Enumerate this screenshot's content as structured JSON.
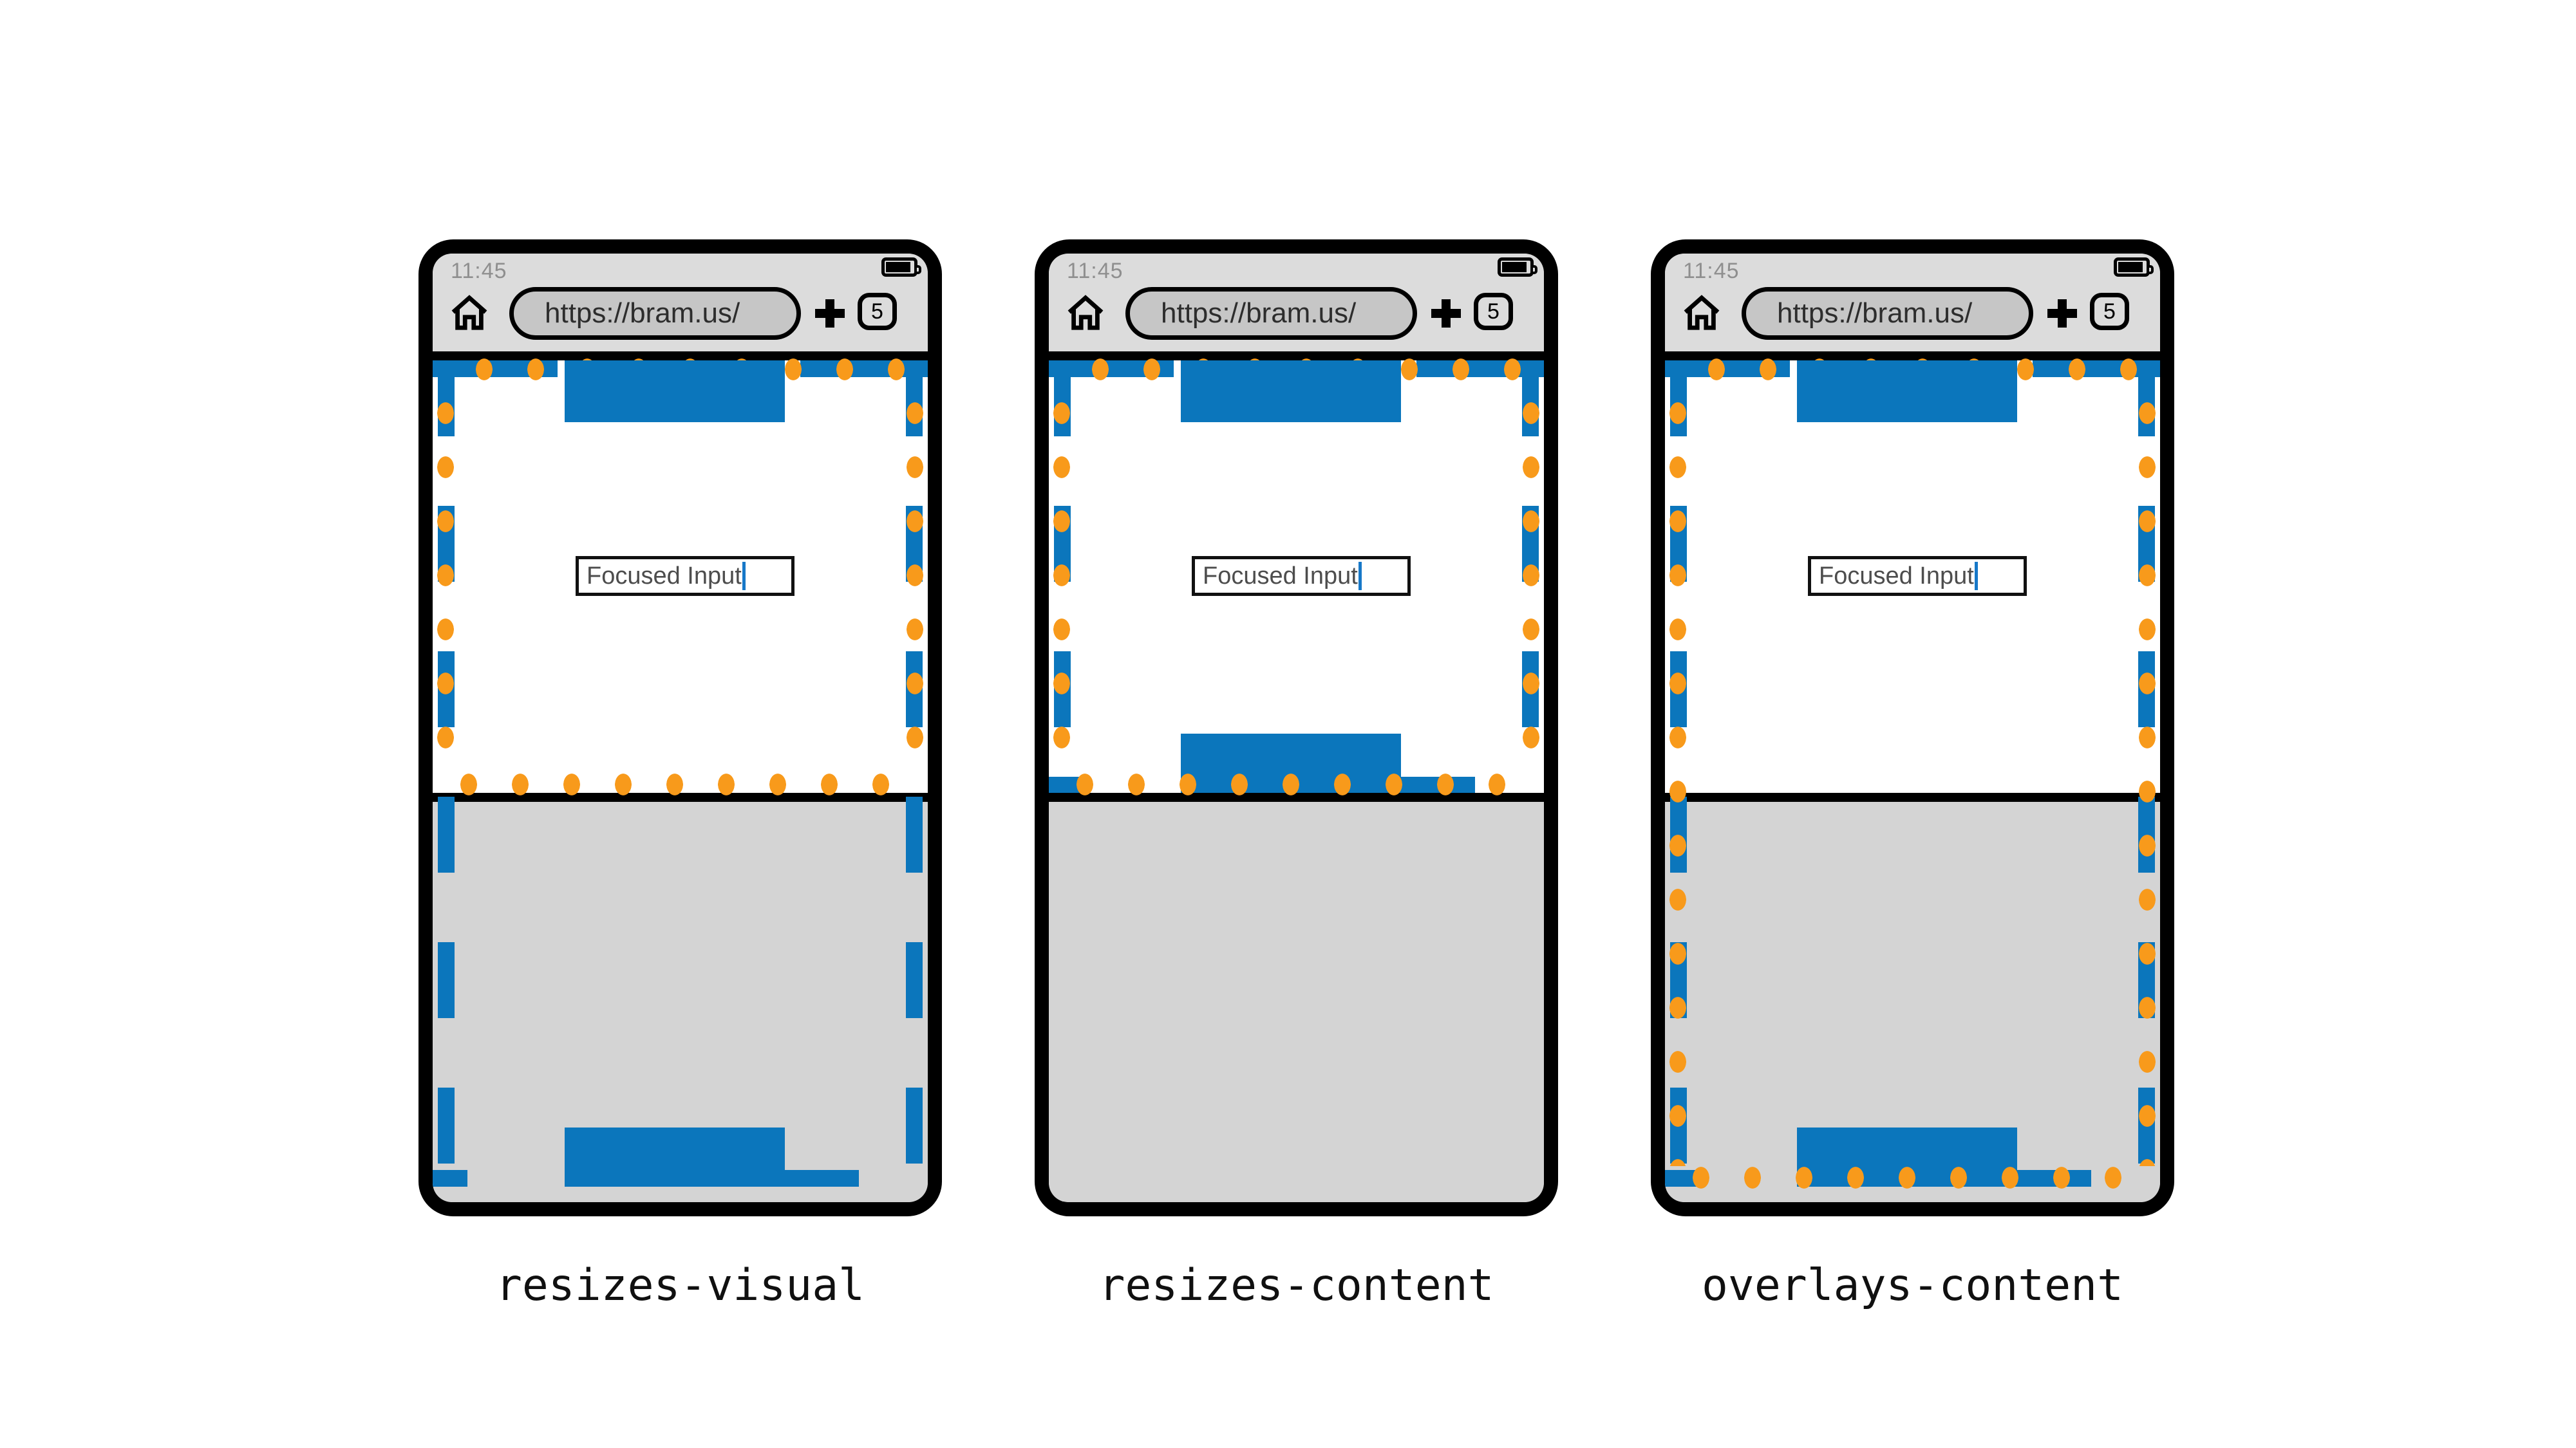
{
  "colors": {
    "layout_viewport_blue": "#0b76bc",
    "visual_viewport_orange": "#f89a1b",
    "statusbar_gray": "#dcdcdc",
    "keyboard_gray": "#d4d4d4",
    "url_pill_gray": "#c6c6c6",
    "caret_blue": "#1778c8"
  },
  "icons": {
    "home": "home-icon",
    "new_tab": "plus-icon",
    "battery": "battery-icon"
  },
  "phones": [
    {
      "status": {
        "time": "11:45"
      },
      "browser": {
        "url": "https://bram.us/",
        "tab_count": "5"
      },
      "page": {
        "input_value": "Focused Input"
      },
      "label": "resizes-visual"
    },
    {
      "status": {
        "time": "11:45"
      },
      "browser": {
        "url": "https://bram.us/",
        "tab_count": "5"
      },
      "page": {
        "input_value": "Focused Input"
      },
      "label": "resizes-content"
    },
    {
      "status": {
        "time": "11:45"
      },
      "browser": {
        "url": "https://bram.us/",
        "tab_count": "5"
      },
      "page": {
        "input_value": "Focused Input"
      },
      "label": "overlays-content"
    }
  ]
}
